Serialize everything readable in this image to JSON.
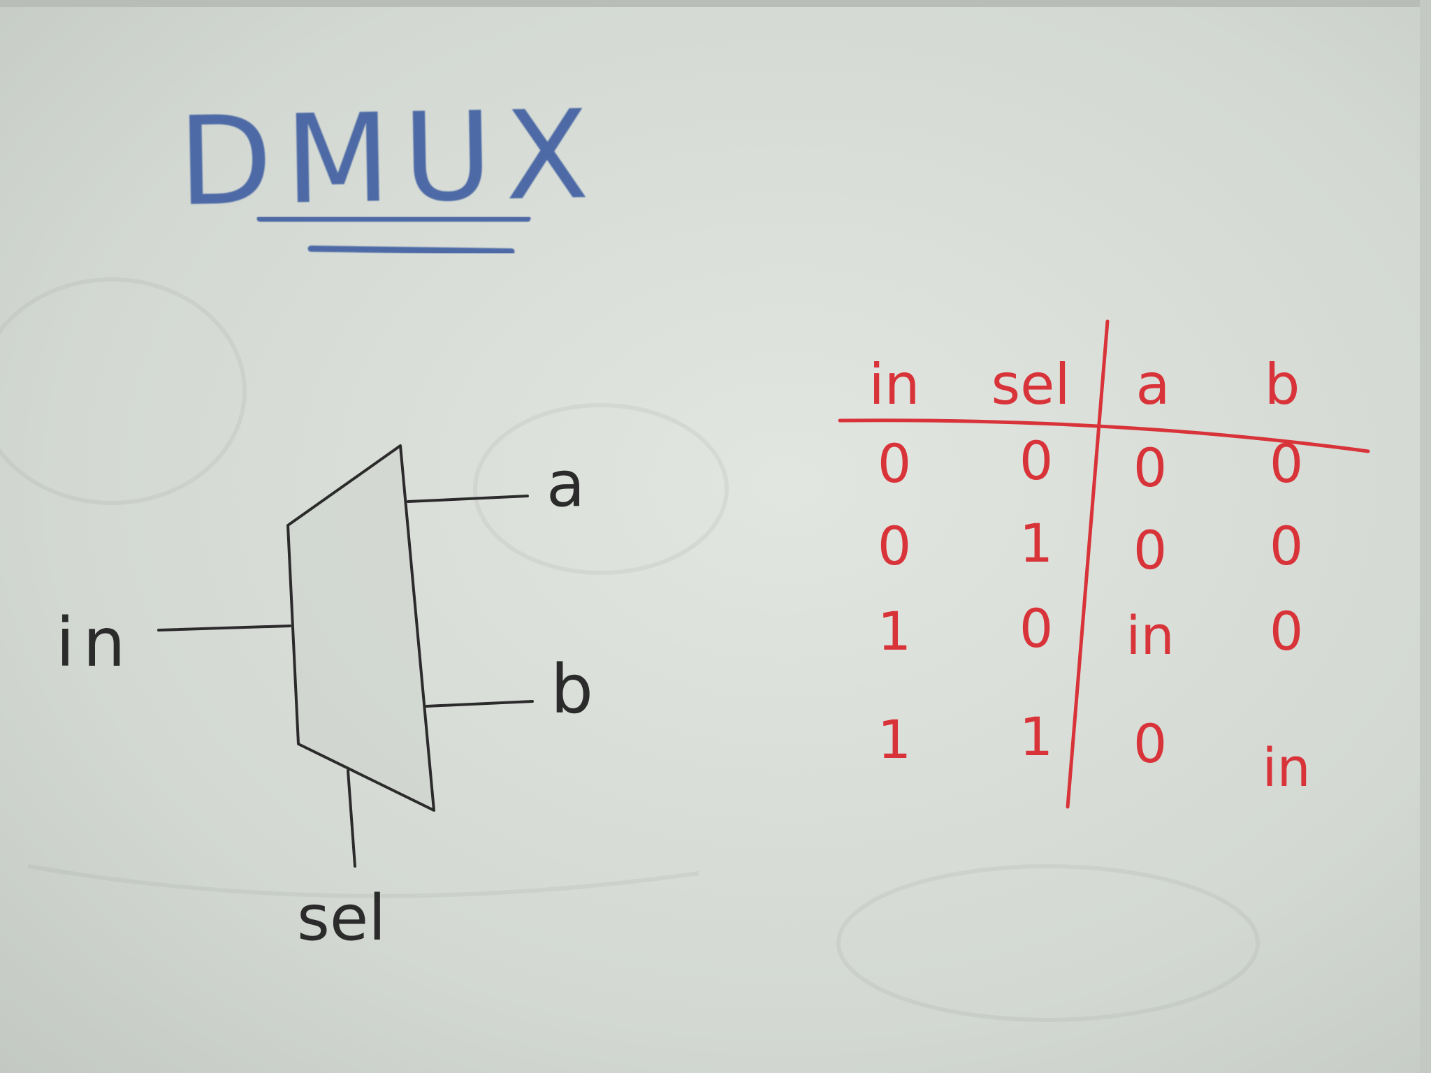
{
  "title": "DMux",
  "colors": {
    "board": "#d4d8d3",
    "title_ink": "#4d6aa6",
    "diagram_ink": "#2b2b2b",
    "table_ink": "#d9333a"
  },
  "diagram": {
    "input_label": "in",
    "select_label": "sel",
    "output_a_label": "a",
    "output_b_label": "b"
  },
  "truth_table": {
    "headers": [
      "in",
      "sel",
      "a",
      "b"
    ],
    "rows": [
      [
        "0",
        "0",
        "0",
        "0"
      ],
      [
        "0",
        "1",
        "0",
        "0"
      ],
      [
        "1",
        "0",
        "in",
        "0"
      ],
      [
        "1",
        "1",
        "0",
        "in"
      ]
    ]
  }
}
